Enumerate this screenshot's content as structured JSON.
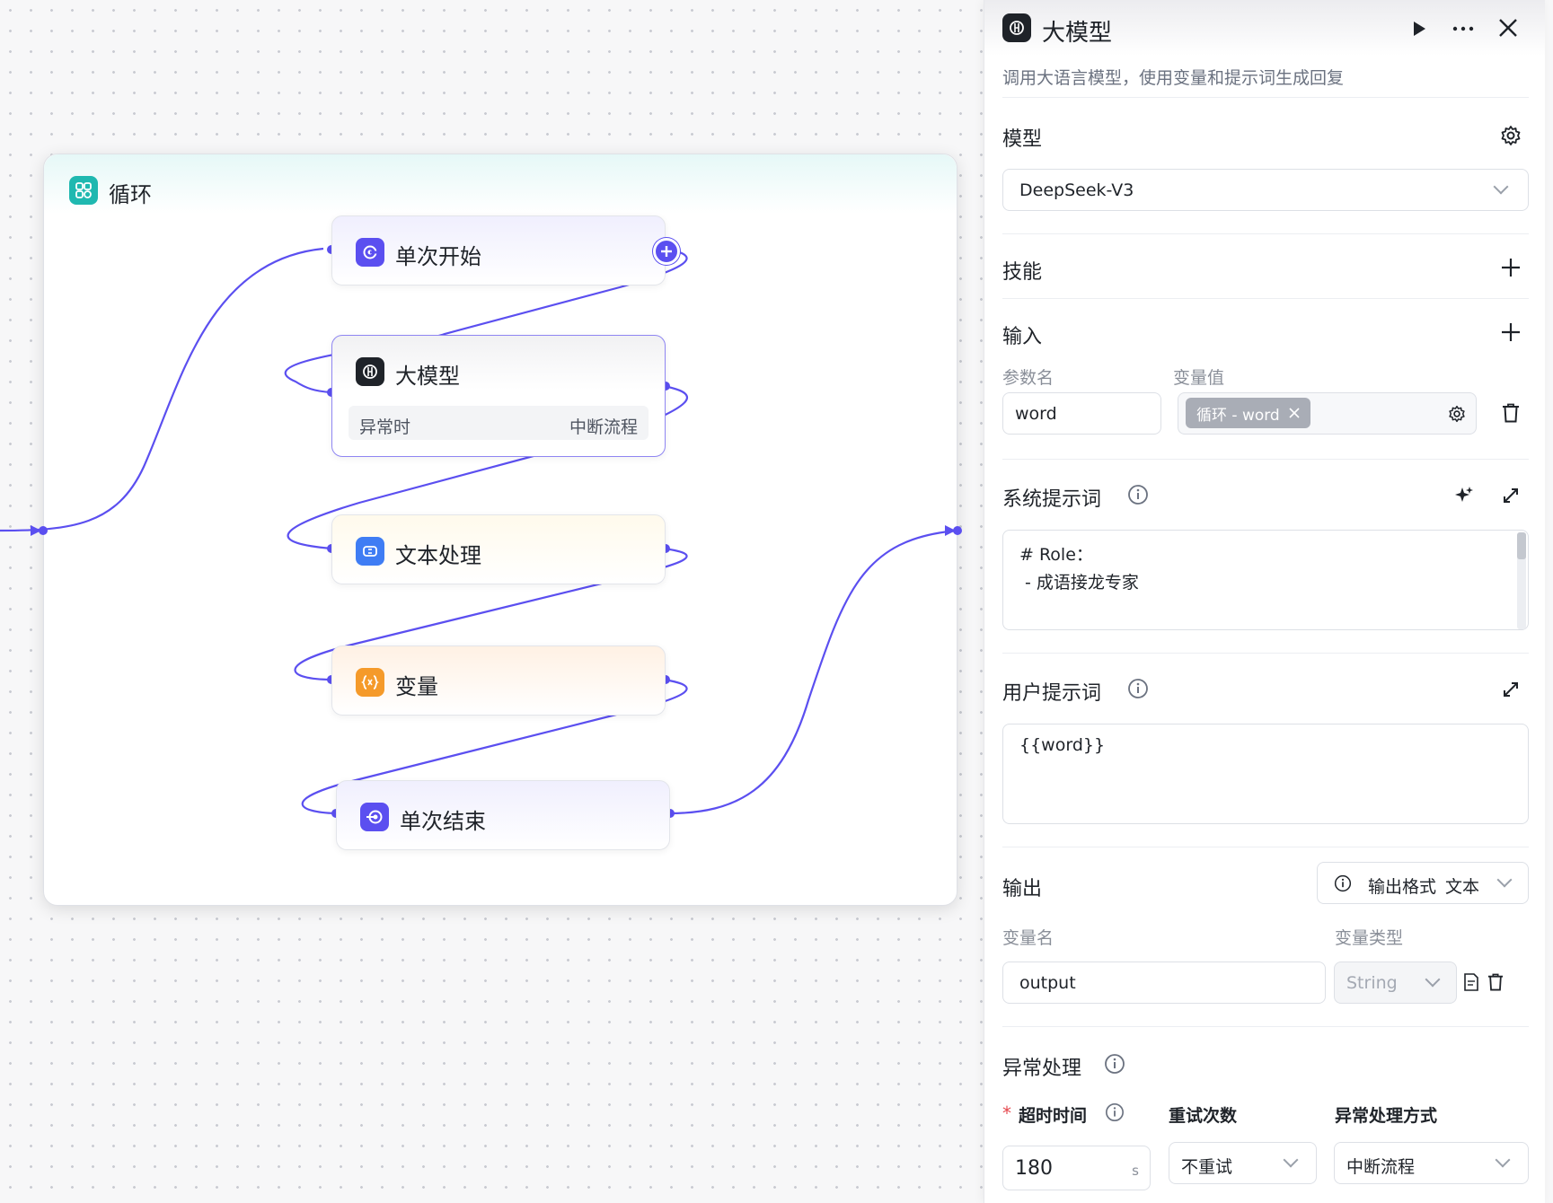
{
  "canvas": {
    "loop_title": "循环",
    "nodes": {
      "start": "单次开始",
      "llm": "大模型",
      "llm_exception_label": "异常时",
      "llm_exception_value": "中断流程",
      "text": "文本处理",
      "variable": "变量",
      "end": "单次结束"
    }
  },
  "panel": {
    "title": "大模型",
    "description": "调用大语言模型，使用变量和提示词生成回复",
    "model": {
      "label": "模型",
      "value": "DeepSeek-V3"
    },
    "skills": {
      "label": "技能"
    },
    "input": {
      "label": "输入",
      "param_name_label": "参数名",
      "var_value_label": "变量值",
      "param_name": "word",
      "var_tag": "循环 - word"
    },
    "system_prompt": {
      "label": "系统提示词",
      "line1": "# Role：",
      "line2": "- 成语接龙专家"
    },
    "user_prompt": {
      "label": "用户提示词",
      "value": "{{word}}"
    },
    "output": {
      "label": "输出",
      "format_label": "输出格式",
      "format_value": "文本",
      "var_name_label": "变量名",
      "var_type_label": "变量类型",
      "var_name": "output",
      "var_type": "String"
    },
    "exception": {
      "label": "异常处理",
      "required_mark": "*",
      "timeout_label": "超时时间",
      "retry_label": "重试次数",
      "method_label": "异常处理方式",
      "timeout_value": "180",
      "timeout_unit": "s",
      "retry_value": "不重试",
      "method_value": "中断流程"
    }
  },
  "colors": {
    "accent": "#5b4ff0",
    "loop_icon": "#1fb8b0",
    "text_icon": "#3f7df4",
    "var_icon": "#f59a2a",
    "llm_icon": "#1f2329"
  }
}
